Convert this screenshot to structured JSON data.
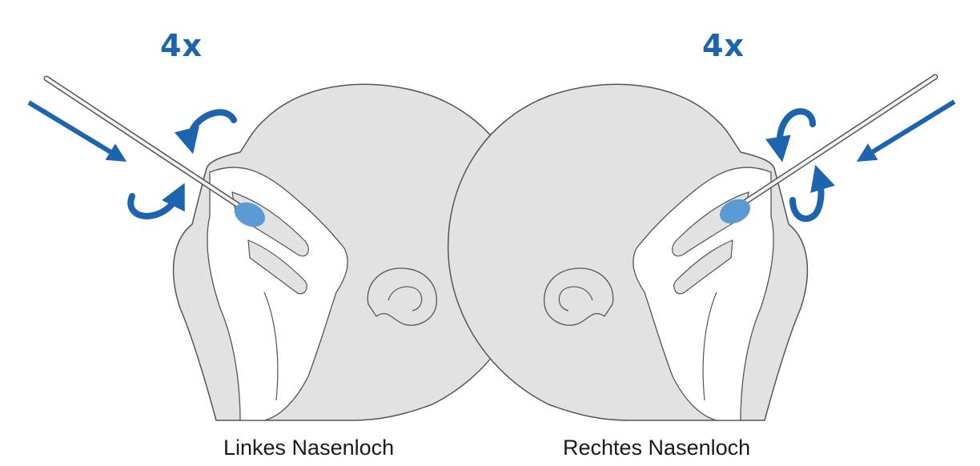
{
  "procedure": {
    "repetition_label": "4x",
    "left": {
      "caption": "Linkes Nasenloch",
      "count": "4x"
    },
    "right": {
      "caption": "Rechtes Nasenloch",
      "count": "4x"
    }
  },
  "colors": {
    "accent": "#1d64ae",
    "swab_tip": "#5b9bd5",
    "head_fill": "#e2e2e2",
    "outline": "#555555",
    "caption_text": "#1a1a1a"
  },
  "icons": {
    "insert_arrow": "arrow-icon",
    "rotation": "rotate-arrows-icon",
    "swab": "swab-icon"
  }
}
